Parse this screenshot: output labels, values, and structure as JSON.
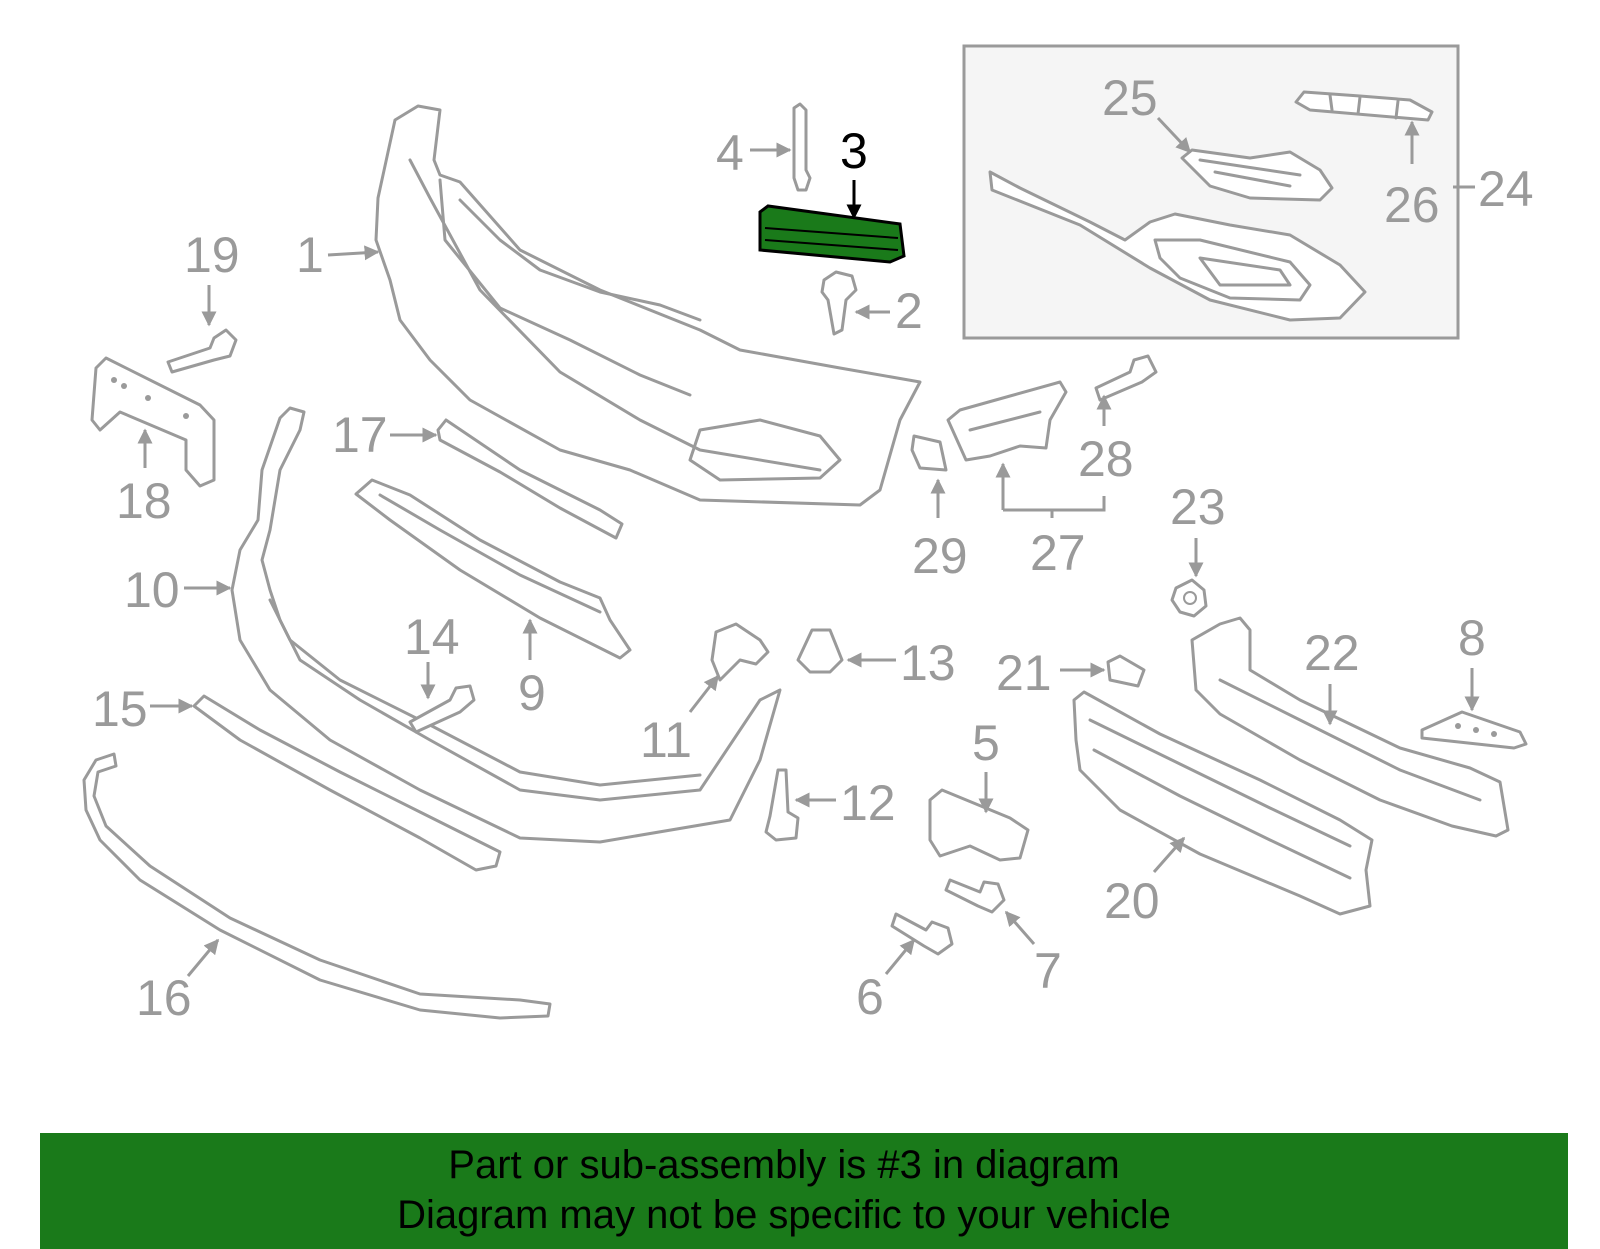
{
  "callouts": [
    "1",
    "2",
    "3",
    "4",
    "5",
    "6",
    "7",
    "8",
    "9",
    "10",
    "11",
    "12",
    "13",
    "14",
    "15",
    "16",
    "17",
    "18",
    "19",
    "20",
    "21",
    "22",
    "23",
    "24",
    "25",
    "26",
    "27",
    "28",
    "29"
  ],
  "highlighted_part": "3",
  "colors": {
    "part_stroke": "#9a9a9a",
    "highlight": "#1a7a1a",
    "banner_bg": "#1a7a1a",
    "text_dark": "#000000"
  },
  "banner": {
    "line1": "Part or sub-assembly is #3 in diagram",
    "line2": "Diagram may not be specific to your vehicle"
  }
}
